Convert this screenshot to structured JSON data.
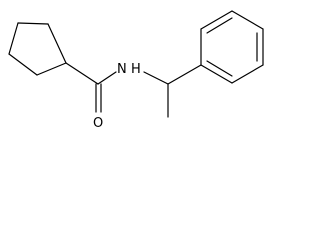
{
  "molecule": {
    "atom_labels": {
      "amide_nitrogen": "N",
      "amide_hydrogen": "H",
      "carbonyl_oxygen": "O"
    },
    "colors": {
      "bond": "#000000",
      "label": "#000000",
      "background": "#ffffff"
    }
  }
}
